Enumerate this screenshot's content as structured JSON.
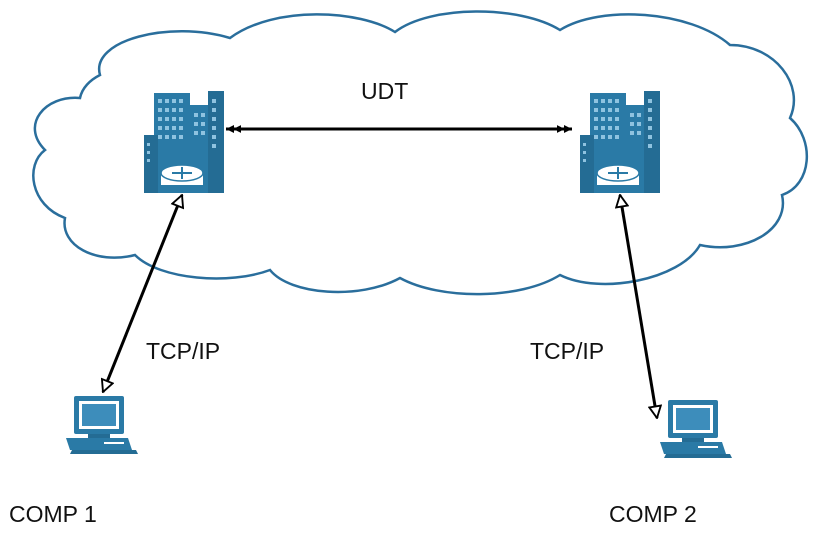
{
  "labels": {
    "backbone_protocol": "UDT",
    "left_link_protocol": "TCP/IP",
    "right_link_protocol": "TCP/IP",
    "computer_1": "COMP 1",
    "computer_2": "COMP 2"
  },
  "colors": {
    "cloud_stroke": "#2a6e9c",
    "building_fill": "#2a7aa6",
    "building_light": "#4f9cc6",
    "computer_fill": "#2a7aa6",
    "line": "#000000",
    "background": "#ffffff"
  },
  "icons": {
    "network_cloud": "cloud-icon",
    "left_site": "building-router-icon",
    "right_site": "building-router-icon",
    "left_pc": "desktop-computer-icon",
    "right_pc": "desktop-computer-icon"
  }
}
